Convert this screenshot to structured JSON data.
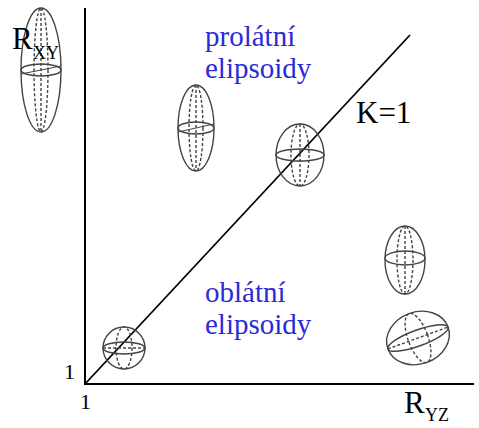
{
  "diagram": {
    "labels": [
      "R",
      "XY",
      "prolátní elipsoidy",
      "K=1",
      "oblátní elipsoidy",
      "1",
      "1",
      "R",
      "YZ"
    ]
  }
}
